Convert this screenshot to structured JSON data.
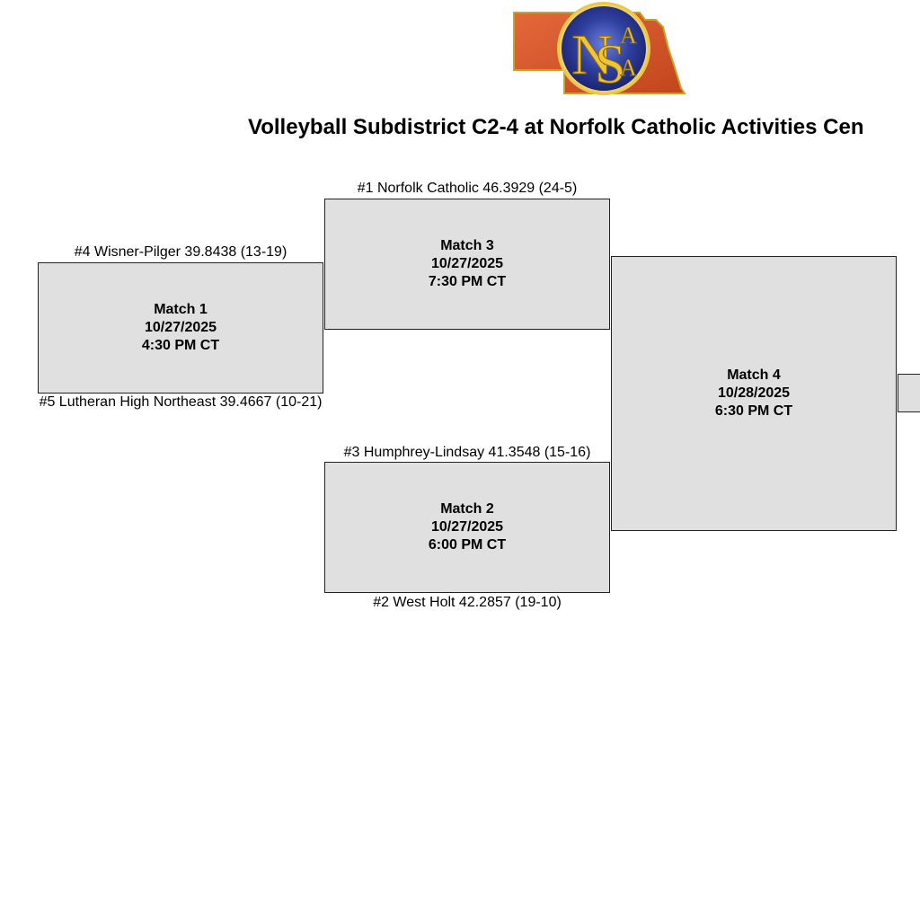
{
  "logo": {
    "text_n": "N",
    "text_s": "S",
    "text_a1": "A",
    "text_a2": "A"
  },
  "title": "Volleyball Subdistrict C2-4 at Norfolk Catholic Activities Cen",
  "matches": [
    {
      "name": "Match 1",
      "date": "10/27/2025",
      "time": "4:30 PM CT"
    },
    {
      "name": "Match 2",
      "date": "10/27/2025",
      "time": "6:00 PM CT"
    },
    {
      "name": "Match 3",
      "date": "10/27/2025",
      "time": "7:30 PM CT"
    },
    {
      "name": "Match 4",
      "date": "10/28/2025",
      "time": "6:30 PM CT"
    }
  ],
  "teams": {
    "match1_top": "#4 Wisner-Pilger 39.8438 (13-19)",
    "match1_bottom": "#5 Lutheran High Northeast 39.4667 (10-21)",
    "match3_top": "#1 Norfolk Catholic 46.3929 (24-5)",
    "match2_top": "#3 Humphrey-Lindsay 41.3548 (15-16)",
    "match2_bottom": "#2 West Holt 42.2857 (19-10)"
  },
  "colors": {
    "box_fill": "#e0e0e0",
    "box_border": "#222222",
    "logo_state_fill": "#d9572a",
    "logo_circle": "#2a3a9a",
    "logo_letters": "#f2c534"
  }
}
